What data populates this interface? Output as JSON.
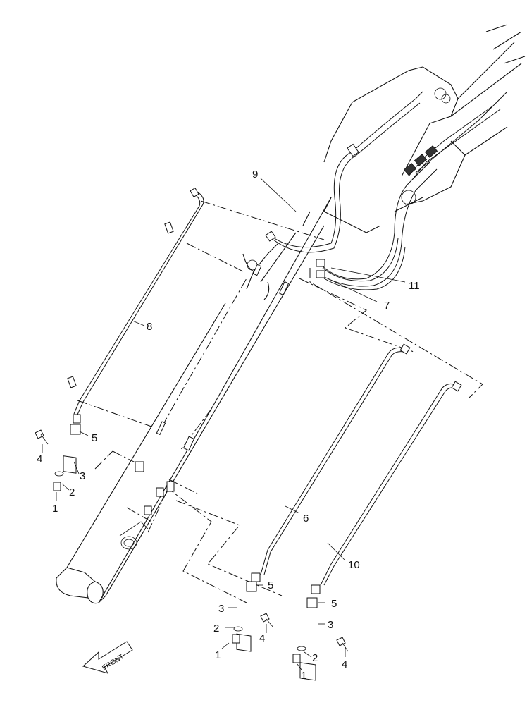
{
  "diagram": {
    "callouts": [
      {
        "id": "c9",
        "text": "9"
      },
      {
        "id": "c11",
        "text": "11"
      },
      {
        "id": "c7",
        "text": "7"
      },
      {
        "id": "c8",
        "text": "8"
      },
      {
        "id": "c5a",
        "text": "5"
      },
      {
        "id": "c4a",
        "text": "4"
      },
      {
        "id": "c3a",
        "text": "3"
      },
      {
        "id": "c2a",
        "text": "2"
      },
      {
        "id": "c1a",
        "text": "1"
      },
      {
        "id": "c6",
        "text": "6"
      },
      {
        "id": "c10",
        "text": "10"
      },
      {
        "id": "c5b",
        "text": "5"
      },
      {
        "id": "c3b",
        "text": "3"
      },
      {
        "id": "c2b",
        "text": "2"
      },
      {
        "id": "c4b",
        "text": "4"
      },
      {
        "id": "c1b",
        "text": "1"
      },
      {
        "id": "c5c",
        "text": "5"
      },
      {
        "id": "c3c",
        "text": "3"
      },
      {
        "id": "c2c",
        "text": "2"
      },
      {
        "id": "c4c",
        "text": "4"
      },
      {
        "id": "c1c",
        "text": "1"
      }
    ],
    "front_arrow_label": "FRONT"
  }
}
